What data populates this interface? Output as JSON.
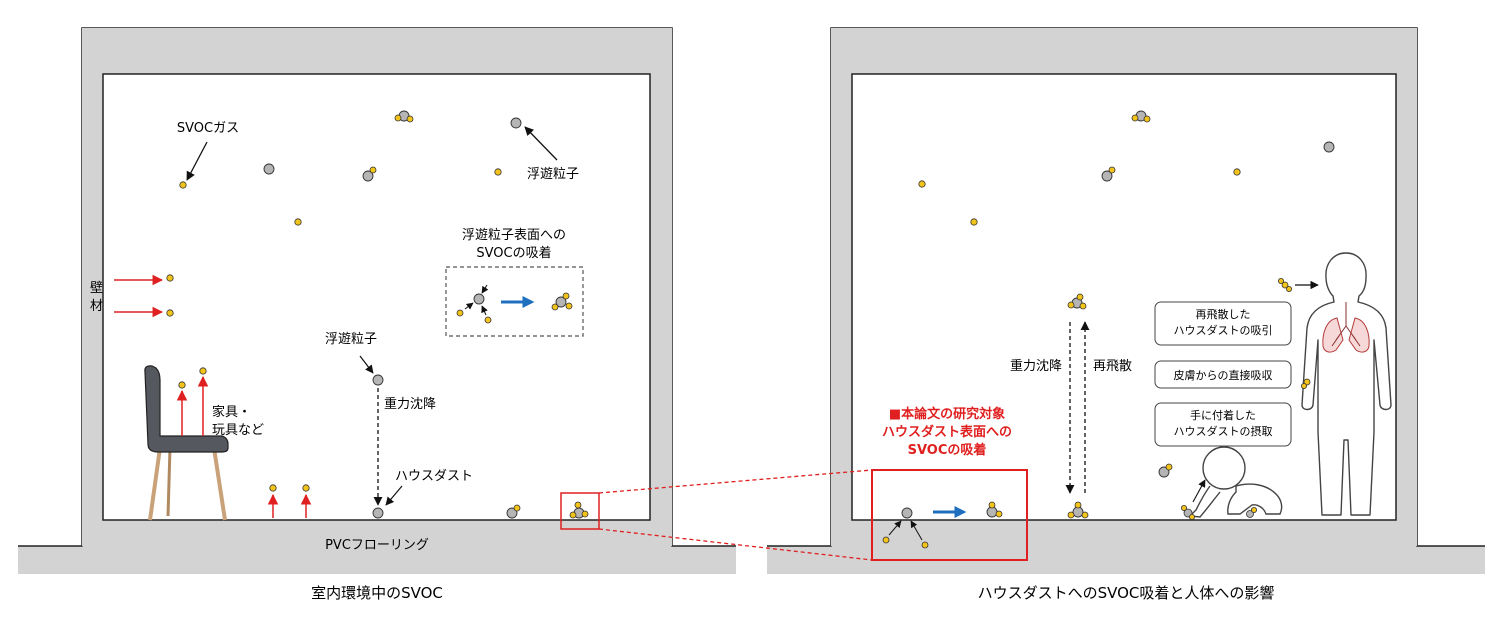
{
  "left_panel": {
    "caption": "室内環境中のSVOC",
    "svoc_gas_label": "SVOCガス",
    "floating_particle_label_top": "浮遊粒子",
    "wall_label_1": "壁",
    "wall_label_2": "材",
    "adsorption_box_label_1": "浮遊粒子表面への",
    "adsorption_box_label_2": "SVOCの吸着",
    "floating_particle_label_mid": "浮遊粒子",
    "settling_label": "重力沈降",
    "furniture_label_1": "家具・",
    "furniture_label_2": "玩具など",
    "housedust_label": "ハウスダスト",
    "floor_label": "PVCフローリング"
  },
  "right_panel": {
    "caption": "ハウスダストへのSVOC吸着と人体への影響",
    "settling_label": "重力沈降",
    "resuspension_label": "再飛散",
    "research_target_1": "■本論文の研究対象",
    "research_target_2": "ハウスダスト表面への",
    "research_target_3": "SVOCの吸着",
    "box1_line1": "再飛散した",
    "box1_line2": "ハウスダストの吸引",
    "box2": "皮膚からの直接吸収",
    "box3_line1": "手に付着した",
    "box3_line2": "ハウスダストの摂取"
  },
  "colors": {
    "wall": "#d3d3d3",
    "svoc": "#f2c31b",
    "particle": "#b5b5b5",
    "emission_arrow": "#e02020",
    "transfer_arrow": "#1f6fbf",
    "highlight": "#e02020"
  }
}
